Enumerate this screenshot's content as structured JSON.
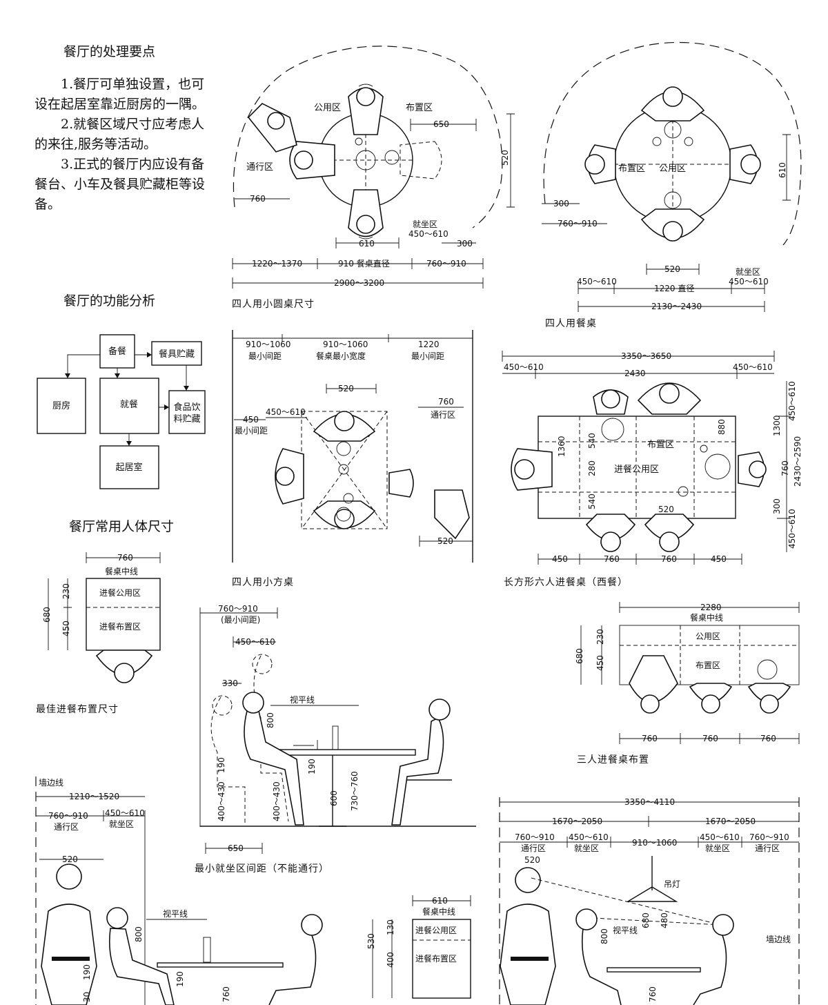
{
  "headings": {
    "points": "餐厅的处理要点",
    "function": "餐厅的功能分析",
    "body_dims": "餐厅常用人体尺寸"
  },
  "points": [
    "1.餐厅可单独设置，也可设在起居室靠近厨房的一隅。",
    "2.就餐区域尺寸应考虑人的来往,服务等活动。",
    "3.正式的餐厅内应设有备餐台、小车及餐具贮藏柜等设备。"
  ],
  "flow": {
    "beican": "备餐",
    "canju": "餐具贮藏",
    "chufang": "厨房",
    "jiucan": "就餐",
    "shipin_1": "食品饮",
    "shipin_2": "料贮藏",
    "qijushi": "起居室"
  },
  "round": {
    "caption": "四人用小圆桌尺寸",
    "gongyong": "公用区",
    "buzhi": "布置区",
    "tongxing": "通行区",
    "d650": "650",
    "d520": "520",
    "d760": "760",
    "jiuzuo": "就坐区",
    "d450_610": "450～610",
    "d610": "610",
    "d300": "300",
    "d1220_1370": "1220～1370",
    "d910_diam": "910  餐桌直径",
    "d760_910": "760～910",
    "d2900_3200": "2900～3200"
  },
  "four": {
    "caption": "四人用餐桌",
    "buzhi": "布置区",
    "gongyong": "公用区",
    "d610": "610",
    "d300": "300",
    "d760_910": "760～910",
    "d520": "520",
    "jiuzuo": "就坐区",
    "d450_610_l": "450～610",
    "d1220": "1220 直径",
    "d450_610_r": "450～610",
    "d2130_2430": "2130～2430"
  },
  "square": {
    "caption": "四人用小方桌",
    "d910_1060_a": "910～1060",
    "min_a": "最小间距",
    "d910_1060_b": "910～1060",
    "min_width": "餐桌最小宽度",
    "d1220": "1220",
    "min_c": "最小间距",
    "d520": "520",
    "d760": "760",
    "tongxing": "通行区",
    "d450_610": "450～610",
    "d450": "450",
    "min_d": "最小间距",
    "d520_b": "520"
  },
  "rect": {
    "caption": "长方形六人进餐桌（西餐）",
    "d3350_3650": "3350～3650",
    "d450_610_l": "450～610",
    "d450_610_r": "450～610",
    "d2430": "2430",
    "buzhi": "布置区",
    "gongyong": "进餐公用区",
    "d540_a": "540",
    "d280": "280",
    "d540_b": "540",
    "d1360": "1360",
    "d880": "880",
    "d520": "520",
    "r450_610_a": "450～610",
    "r1300": "1300",
    "r760": "760",
    "r2430_2590": "2430～2590",
    "r300": "300",
    "r450_610_b": "450～610",
    "b450_a": "450",
    "b760_a": "760",
    "b760_b": "760",
    "b450_b": "450"
  },
  "best": {
    "caption": "最佳进餐布置尺寸",
    "d760": "760",
    "centerline": "餐桌中线",
    "gongyong": "进餐公用区",
    "buzhi": "进餐布置区",
    "d230": "230",
    "d450": "450",
    "d680": "680"
  },
  "min_seat": {
    "caption": "最小就坐区间距（不能通行）",
    "d760_910": "760～910",
    "min": "(最小间距)",
    "d450_610": "450～610",
    "d330": "330",
    "sight": "视平线",
    "d800": "800",
    "d190_a": "190",
    "d190_b": "190",
    "d400_430_a": "400～430",
    "d400_430_b": "400～430",
    "d600": "600",
    "d730_760": "730～760",
    "d650": "650"
  },
  "three": {
    "caption": "三人进餐桌布置",
    "d2280": "2280",
    "centerline": "餐桌中线",
    "gongyong": "公用区",
    "buzhi": "布置区",
    "d230": "230",
    "d450": "450",
    "d680": "680",
    "d760_a": "760",
    "d760_b": "760",
    "d760_c": "760"
  },
  "wall": {
    "wall": "墙边线",
    "d1210_1520": "1210～1520",
    "d760_910": "760～910",
    "tongxing": "通行区",
    "d450_610": "450～610",
    "jiuzuo": "就坐区",
    "d520": "520",
    "sight": "视平线",
    "d800": "800",
    "d190_a": "190",
    "d190_b": "190",
    "d30": "30",
    "d760": "760"
  },
  "small": {
    "d610": "610",
    "centerline": "餐桌中线",
    "gongyong": "进餐公用区",
    "buzhi": "进餐布置区",
    "d130": "130",
    "d400": "400",
    "d530": "530"
  },
  "long": {
    "d3350_4110": "3350～4110",
    "d1670_2050_a": "1670～2050",
    "d1670_2050_b": "1670～2050",
    "d760_910_a": "760～910",
    "tong_a": "通行区",
    "d450_610_a": "450～610",
    "jiu_a": "就坐区",
    "d910_1060": "910～1060",
    "d450_610_b": "450～610",
    "jiu_b": "就坐区",
    "d760_910_b": "760～910",
    "tong_b": "通行区",
    "d520": "520",
    "lamp": "吊灯",
    "sight": "视平线",
    "d800": "800",
    "d680": "680",
    "d480": "480",
    "d760": "760",
    "wall": "墙边线"
  }
}
